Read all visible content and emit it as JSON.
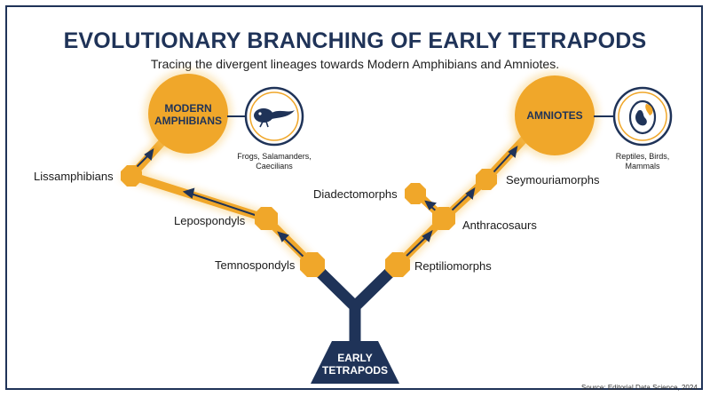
{
  "title": "EVOLUTIONARY BRANCHING OF EARLY TETRAPODS",
  "subtitle": "Tracing the divergent lineages towards Modern Amphibians and Amniotes.",
  "root": {
    "line1": "EARLY",
    "line2": "TETRAPODS"
  },
  "nodes": {
    "temnospondyls": "Temnospondyls",
    "lepospondyls": "Lepospondyls",
    "lissamphibians": "Lissamphibians",
    "reptiliomorphs": "Reptiliomorphs",
    "anthracosaurs": "Anthracosaurs",
    "diadectomorphs": "Diadectomorphs",
    "seymouriamorphs": "Seymouriamorphs"
  },
  "modern_amphibians": {
    "line1": "MODERN",
    "line2": "AMPHIBIANS",
    "desc1": "Frogs, Salamanders,",
    "desc2": "Caecilians"
  },
  "amniotes": {
    "label": "AMNIOTES",
    "desc1": "Reptiles, Birds,",
    "desc2": "Mammals"
  },
  "icons": {
    "amphibian": "tadpole-icon",
    "amniote": "amniotic-egg-icon"
  },
  "source": "Source: Editorial Data Science, 2024.",
  "colors": {
    "navy": "#1f3358",
    "gold": "#f0a72a",
    "gold_light": "#f7c96a"
  }
}
